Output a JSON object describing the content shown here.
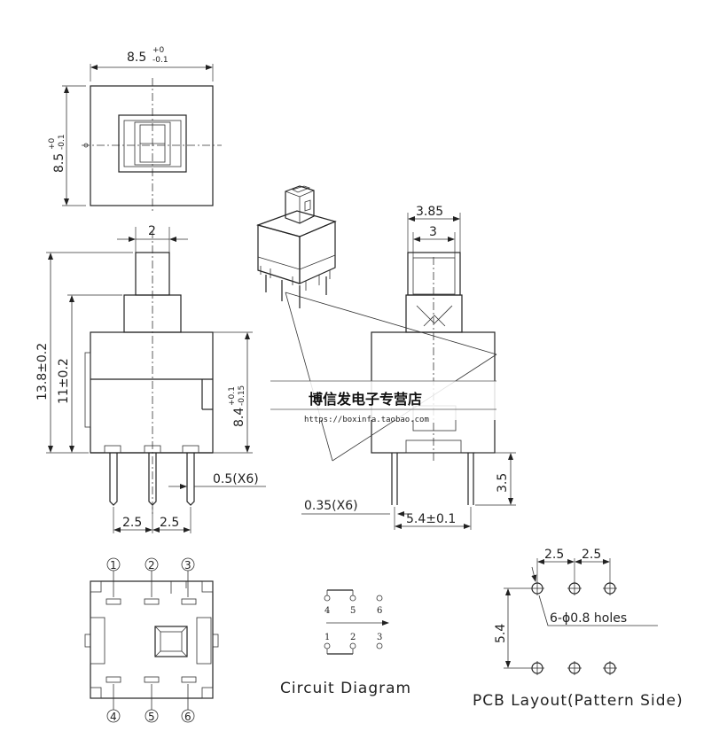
{
  "top_view": {
    "width_dim": {
      "value": "8.5",
      "tol_upper": "+0",
      "tol_lower": "-0.1"
    },
    "height_dim": {
      "value": "8.5",
      "tol_upper": "+0",
      "tol_lower": "-0.1"
    }
  },
  "front_view": {
    "plunger_width": "2",
    "total_height": "13.8±0.2",
    "body_height": "11±0.2",
    "housing_height": {
      "value": "8.4",
      "tol_upper": "+0.1",
      "tol_lower": "-0.15"
    },
    "pin_width": "0.5(X6)",
    "pin_pitch_left": "2.5",
    "pin_pitch_right": "2.5"
  },
  "side_view": {
    "outer_width": "3.85",
    "inner_width": "3",
    "pin_thickness": "0.35(X6)",
    "pin_spacing": "5.4±0.1",
    "pin_length": "3.5"
  },
  "bottom_view": {
    "top_pins": [
      "1",
      "2",
      "3"
    ],
    "bottom_pins": [
      "4",
      "5",
      "6"
    ]
  },
  "circuit_diagram": {
    "title": "Circuit Diagram",
    "upper_labels": [
      "4",
      "5",
      "6"
    ],
    "lower_labels": [
      "1",
      "2",
      "3"
    ]
  },
  "pcb_layout": {
    "title": "PCB Layout(Pattern Side)",
    "pitch_left": "2.5",
    "pitch_right": "2.5",
    "row_spacing": "5.4",
    "holes_note": "6-ϕ0.8 holes"
  },
  "watermark": {
    "shop_name": "博信发电子专营店",
    "url": "https://boxinfa.taobao.com"
  }
}
